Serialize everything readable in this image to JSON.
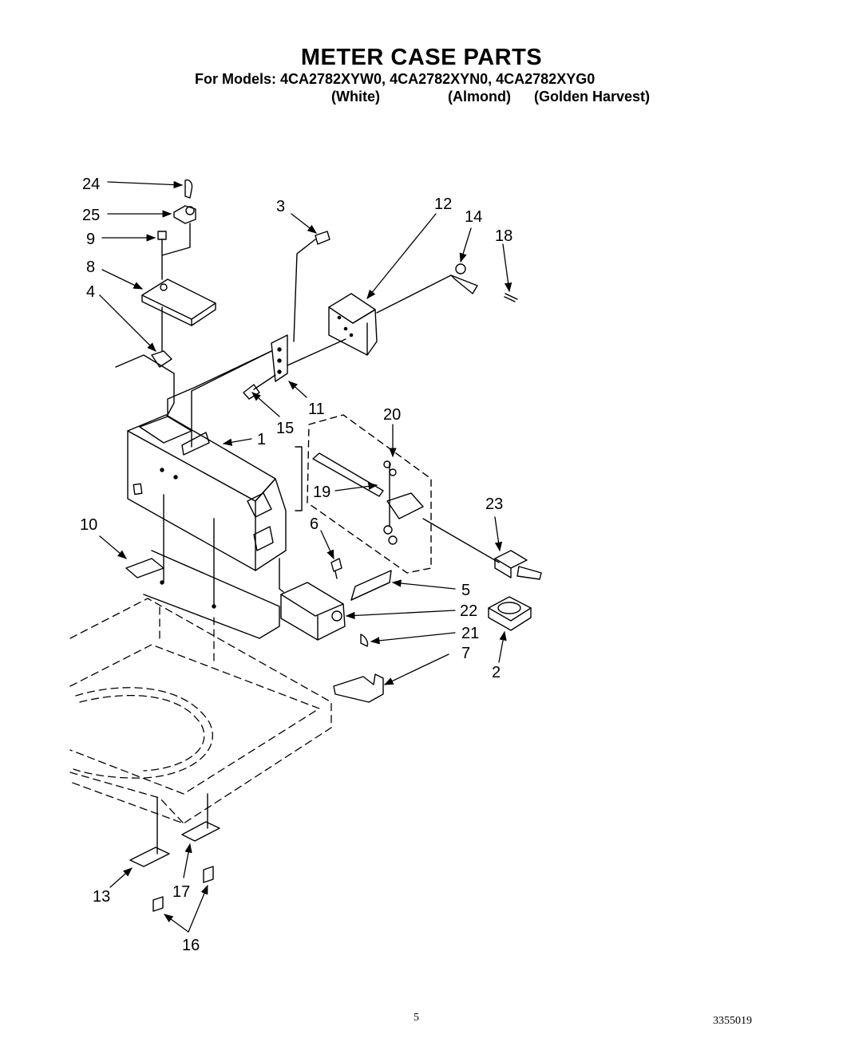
{
  "header": {
    "title": "METER CASE PARTS",
    "models_line": "For Models: 4CA2782XYW0, 4CA2782XYN0, 4CA2782XYG0",
    "color_white": "(White)",
    "color_almond": "(Almond)",
    "color_golden": "(Golden Harvest)"
  },
  "callouts": {
    "c24": "24",
    "c25": "25",
    "c9": "9",
    "c8": "8",
    "c4": "4",
    "c3": "3",
    "c12": "12",
    "c14": "14",
    "c18": "18",
    "c11": "11",
    "c15": "15",
    "c1": "1",
    "c20": "20",
    "c19": "19",
    "c10": "10",
    "c6": "6",
    "c23": "23",
    "c5": "5",
    "c22": "22",
    "c21": "21",
    "c7": "7",
    "c2": "2",
    "c13": "13",
    "c17": "17",
    "c16": "16"
  },
  "footer": {
    "page_number": "5",
    "document_number": "3355019"
  }
}
